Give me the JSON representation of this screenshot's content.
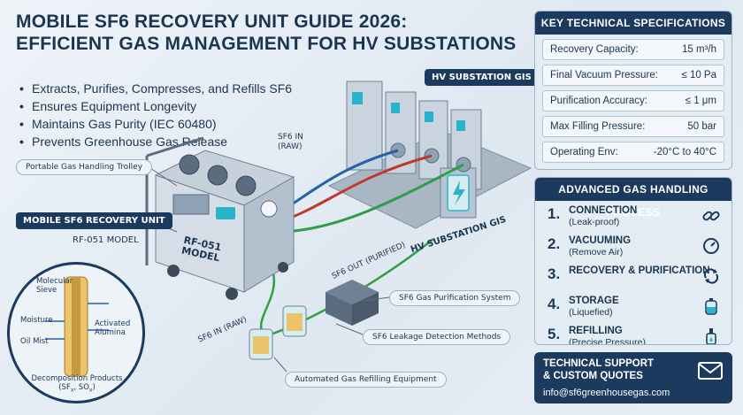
{
  "header": {
    "title_line1": "MOBILE SF6 RECOVERY UNIT GUIDE 2026:",
    "title_line2": "EFFICIENT GAS MANAGEMENT FOR HV SUBSTATIONS"
  },
  "bullets": [
    "Extracts, Purifies, Compresses, and Refills SF6",
    "Ensures Equipment Longevity",
    "Maintains Gas Purity (IEC 60480)",
    "Prevents Greenhouse Gas Release"
  ],
  "diagram": {
    "hv_gis_top": "HV SUBSTATION GIS",
    "hv_gis_side": "HV SUBSTATION GIS",
    "sf6_in_top_line1": "SF6 IN",
    "sf6_in_top_line2": "(RAW)",
    "trolley": "Portable Gas Handling Trolley",
    "unit_tag": "MOBILE SF6 RECOVERY UNIT",
    "model_label": "RF-051 MODEL",
    "unit_face_line1": "RF-051",
    "unit_face_line2": "MODEL",
    "sf6_out": "SF6 OUT (PURIFIED)",
    "sf6_in_bottom": "SF6 IN (RAW)",
    "purification": "SF6 Gas Purification System",
    "leakage": "SF6 Leakage Detection Methods",
    "refilling": "Automated Gas Refilling Equipment",
    "lens": {
      "molecular_line1": "Molecular",
      "molecular_line2": "Sieve",
      "moisture": "Moisture",
      "oil": "Oil Mist",
      "alumina_line1": "Activated",
      "alumina_line2": "Alumina",
      "decomp_line1": "Decomposition Products",
      "decomp_line2_a": "(SF",
      "decomp_sub1": "x",
      "decomp_mid": ", SO",
      "decomp_sub2": "x",
      "decomp_end": ")"
    }
  },
  "specs": {
    "title": "KEY TECHNICAL SPECIFICATIONS",
    "rows": [
      {
        "label": "Recovery Capacity:",
        "value": "15 m³/h"
      },
      {
        "label": "Final Vacuum Pressure:",
        "value": "≤ 10 Pa"
      },
      {
        "label": "Purification Accuracy:",
        "value": "≤ 1 μm"
      },
      {
        "label": "Max Filling Pressure:",
        "value": "50 bar"
      },
      {
        "label": "Operating Env:",
        "value": "-20°C to 40°C"
      }
    ]
  },
  "process": {
    "title": "ADVANCED GAS HANDLING PROCESS",
    "steps": [
      {
        "num": "1.",
        "title": "CONNECTION",
        "sub": "(Leak-proof)",
        "icon": "chain-link-icon"
      },
      {
        "num": "2.",
        "title": "VACUUMING",
        "sub": "(Remove Air)",
        "icon": "gauge-icon"
      },
      {
        "num": "3.",
        "title": "RECOVERY & PURIFICATION",
        "sub": "",
        "icon": "recycle-icon"
      },
      {
        "num": "4.",
        "title": "STORAGE",
        "sub": "(Liquefied)",
        "icon": "tank-icon"
      },
      {
        "num": "5.",
        "title": "REFILLING",
        "sub": "(Precise Pressure)",
        "icon": "dropper-icon"
      }
    ]
  },
  "support": {
    "line1": "TECHNICAL SUPPORT",
    "line2": "& CUSTOM QUOTES",
    "email": "info@sf6greenhousegas.com",
    "icon": "envelope-icon"
  },
  "colors": {
    "navy": "#1b3a5e",
    "pipe_red": "#c0392b",
    "pipe_green": "#2f9e44",
    "pipe_blue": "#2563a8",
    "accent_cyan": "#2bb3c9"
  }
}
